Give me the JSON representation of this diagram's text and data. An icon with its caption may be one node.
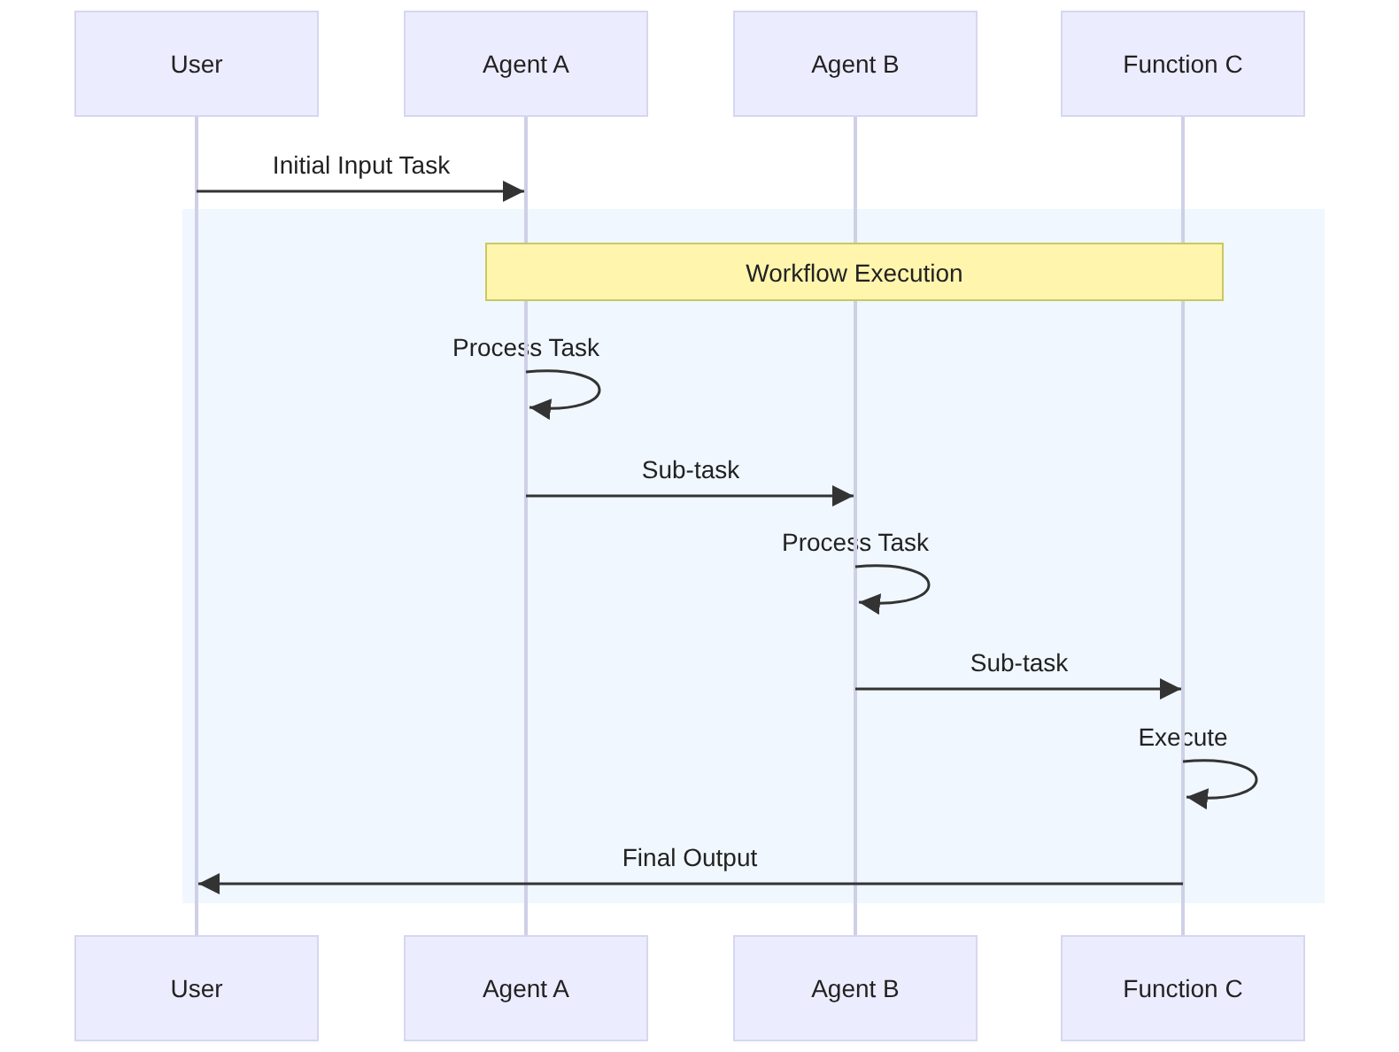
{
  "diagram": {
    "nodes": [
      {
        "text": [
          "User"
        ]
      },
      {
        "text": [
          "Agent A"
        ]
      },
      {
        "text": [
          "Agent B"
        ]
      },
      {
        "text": [
          "Function C"
        ]
      },
      {
        "text": [
          "User"
        ]
      },
      {
        "text": [
          "Agent A"
        ]
      },
      {
        "text": [
          "Agent B"
        ]
      },
      {
        "text": [
          "Function C"
        ]
      },
      {
        "text": [
          "Workflow Execution"
        ]
      },
      {
        "text": [],
        "shape": "bar"
      },
      {
        "text": [],
        "shape": "bar"
      },
      {
        "text": [],
        "shape": "bar"
      },
      {
        "text": [],
        "shape": "bar"
      }
    ],
    "edges": [
      {
        "from": 9,
        "to": 10,
        "arrow": "to",
        "label": "Initial Input Task"
      },
      {
        "from": 10,
        "to": 10,
        "arrow": "to",
        "label": "Process Task"
      },
      {
        "from": 10,
        "to": 11,
        "arrow": "to",
        "label": "Sub-task"
      },
      {
        "from": 11,
        "to": 11,
        "arrow": "to",
        "label": "Process Task"
      },
      {
        "from": 11,
        "to": 12,
        "arrow": "to",
        "label": "Sub-task"
      },
      {
        "from": 12,
        "to": 12,
        "arrow": "to",
        "label": "Execute"
      },
      {
        "from": 12,
        "to": 9,
        "arrow": "to",
        "label": "Final Output"
      }
    ]
  }
}
